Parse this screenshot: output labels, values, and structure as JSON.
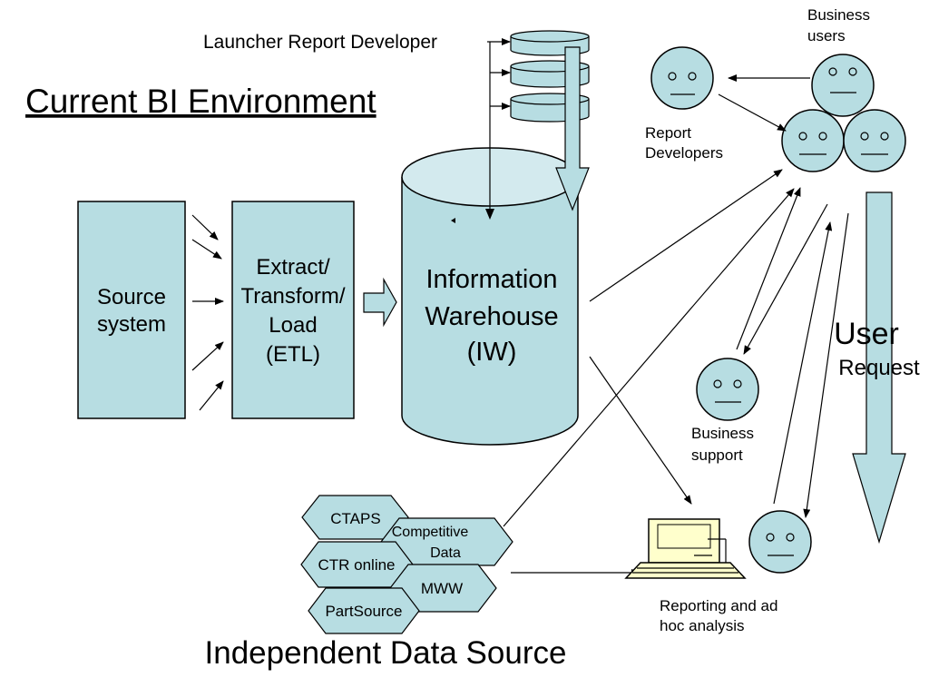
{
  "title": "Current BI Environment",
  "footer_title": "Independent Data Source",
  "launcher_label": "Launcher Report Developer",
  "source_system": {
    "line1": "Source",
    "line2": "system"
  },
  "etl": {
    "line1": "Extract/",
    "line2": "Transform/",
    "line3": "Load",
    "line4": "(ETL)"
  },
  "warehouse": {
    "line1": "Information",
    "line2": "Warehouse",
    "line3": "(IW)"
  },
  "roles": {
    "business_users": {
      "line1": "Business",
      "line2": "users"
    },
    "report_developers": {
      "line1": "Report",
      "line2": "Developers"
    },
    "business_support": {
      "line1": "Business",
      "line2": "support"
    },
    "reporting": {
      "line1": "Reporting and ad",
      "line2": "hoc analysis"
    }
  },
  "user_request": {
    "line1": "User",
    "line2": "Request"
  },
  "data_sources": [
    "CTAPS",
    "Competitive",
    "Data",
    "CTR online",
    "MWW",
    "PartSource"
  ],
  "colors": {
    "shape_fill": "#b7dde2",
    "stroke": "#000000",
    "background": "#ffffff"
  },
  "icons": [
    "smiley-face-icon",
    "computer-workstation-icon"
  ]
}
